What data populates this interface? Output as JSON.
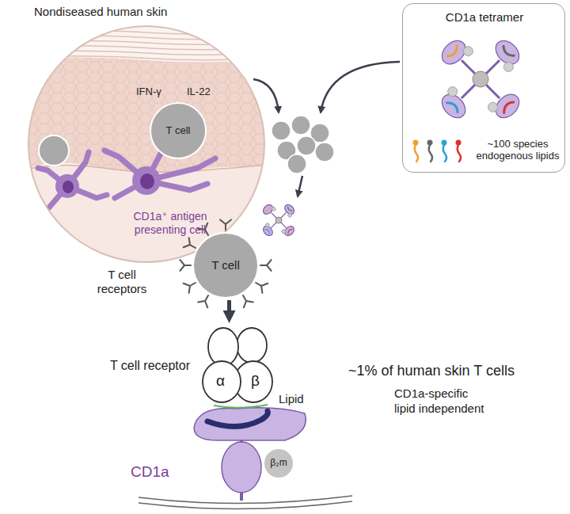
{
  "diagram": {
    "nodes": [
      {
        "text": [
          "Nondiseased human skin"
        ]
      },
      {
        "text": [
          "T cell"
        ],
        "in": 0
      },
      {
        "text": [
          "CD1a tetramer",
          "~100 species endogenous lipids"
        ]
      },
      {
        "text": [
          "T cell"
        ]
      },
      {
        "text": [
          "α",
          "β"
        ]
      },
      {
        "text": [
          "β₂m"
        ]
      }
    ],
    "edges": [
      {
        "from": 3,
        "to": 4,
        "arrow": "to"
      }
    ],
    "labels": [
      "IFN-γ",
      "IL-22",
      "CD1a⁺ antigen presenting cell",
      "T cell receptors",
      "T cell receptor",
      "Lipid",
      "CD1a",
      "~1% of human skin T cells",
      "CD1a-specific",
      "lipid independent"
    ]
  }
}
